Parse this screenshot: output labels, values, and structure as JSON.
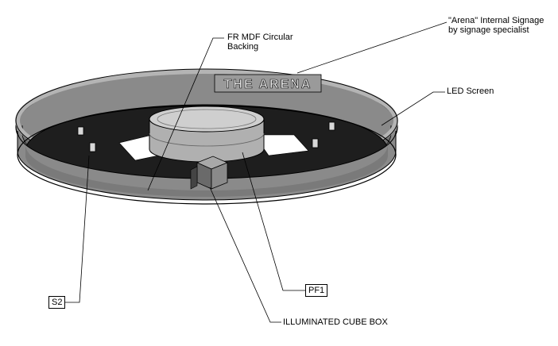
{
  "labels": {
    "arena_signage_line1": "\"Arena\" Internal Signage",
    "arena_signage_line2": "by signage specialist",
    "fr_mdf_line1": "FR MDF Circular",
    "fr_mdf_line2": "Backing",
    "led_screen": "LED Screen",
    "s2": "S2",
    "pf1": "PF1",
    "illuminated_cube_box": "ILLUMINATED CUBE BOX"
  },
  "signage_text": "THE ARENA",
  "colors": {
    "ring_outer": "#8a8a8a",
    "ring_face": "#6e6e6e",
    "ring_rim": "#b4b4b4",
    "backing": "#1e1e1e",
    "cylinder": "#b0b0b0",
    "cylinder_top": "#cfcfcf",
    "cube": "#7c7c7c",
    "leader": "#000000"
  }
}
